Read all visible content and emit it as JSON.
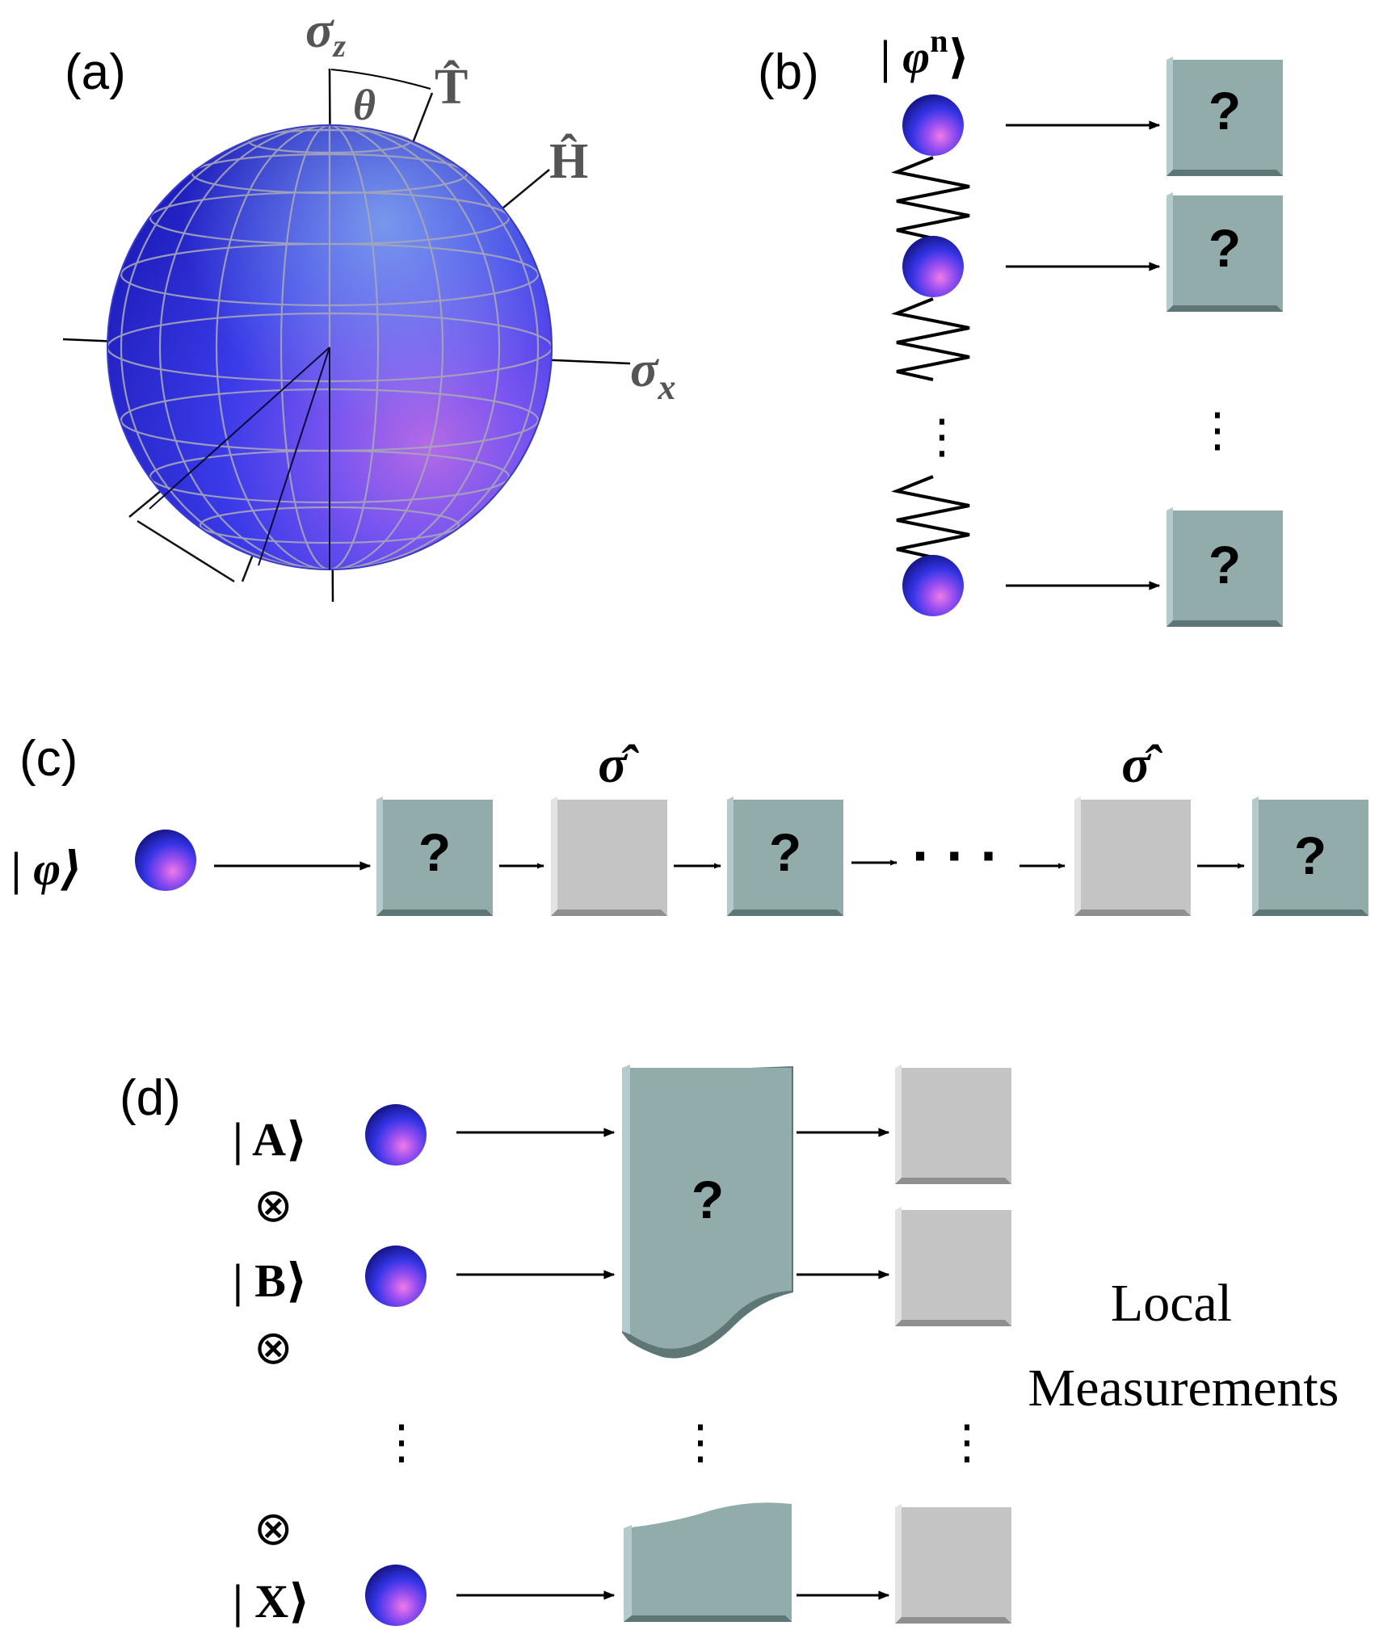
{
  "panels": {
    "a": {
      "label": "(a)",
      "axis_z": "σ",
      "axis_z_sub": "z",
      "axis_x": "σ",
      "axis_x_sub": "x",
      "angle": "θ",
      "op_t": "T̂",
      "op_h": "Ĥ"
    },
    "b": {
      "label": "(b)",
      "state_prefix": "| φ",
      "state_sup": "n",
      "state_suffix": "⟩",
      "box_mark": "?",
      "ellipsis_dots": "⋮"
    },
    "c": {
      "label": "(c)",
      "state": "| φ⟩",
      "box_mark": "?",
      "operator": "σ̂",
      "dots": "· · ·"
    },
    "d": {
      "label": "(d)",
      "states": [
        "| A⟩",
        "| B⟩",
        "| X⟩"
      ],
      "tensor": "⊗",
      "box_mark": "?",
      "vdots": "⋮",
      "caption_line1": "Local",
      "caption_line2": "Measurements"
    }
  },
  "colors": {
    "teal_box": "#92abab",
    "teal_box_side": "#b5cacc",
    "teal_box_bottom": "#5f7677",
    "gray_box": "#c4c4c4",
    "gray_box_side": "#e3e3e3",
    "gray_box_bottom": "#8f8f8f",
    "sphere_blue": "#2b2bd8",
    "sphere_highlight": "#d04fd6"
  },
  "icons": [
    "qubit-ball",
    "bloch-sphere",
    "measurement-box",
    "spring-coupling"
  ]
}
